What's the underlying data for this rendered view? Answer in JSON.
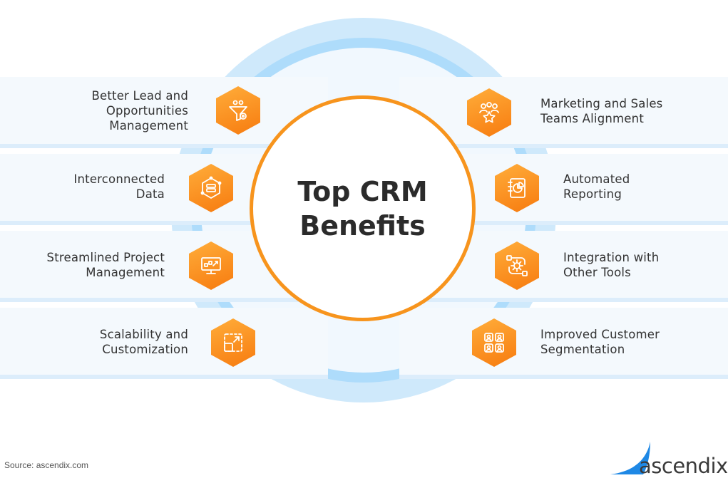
{
  "center": {
    "title": "Top CRM Benefits"
  },
  "benefits_left": [
    {
      "lines": [
        "Better Lead and",
        "Opportunities",
        "Management"
      ],
      "icon": "funnel-gear-icon"
    },
    {
      "lines": [
        "Interconnected",
        "Data"
      ],
      "icon": "network-database-icon"
    },
    {
      "lines": [
        "Streamlined Project",
        "Management"
      ],
      "icon": "monitor-chart-icon"
    },
    {
      "lines": [
        "Scalability and",
        "Customization"
      ],
      "icon": "resize-icon"
    }
  ],
  "benefits_right": [
    {
      "lines": [
        "Marketing and Sales",
        "Teams Alignment"
      ],
      "icon": "team-star-icon"
    },
    {
      "lines": [
        "Automated",
        "Reporting"
      ],
      "icon": "report-pie-icon"
    },
    {
      "lines": [
        "Integration with",
        "Other Tools"
      ],
      "icon": "gear-integration-icon"
    },
    {
      "lines": [
        "Improved Customer",
        "Segmentation"
      ],
      "icon": "segment-users-icon"
    }
  ],
  "footer": {
    "source": "Source: ascendix.com",
    "logo_text": "ascendix"
  },
  "colors": {
    "accent": "#f7941d",
    "ring": "#aedcfb",
    "band": "#f4f9fd"
  }
}
